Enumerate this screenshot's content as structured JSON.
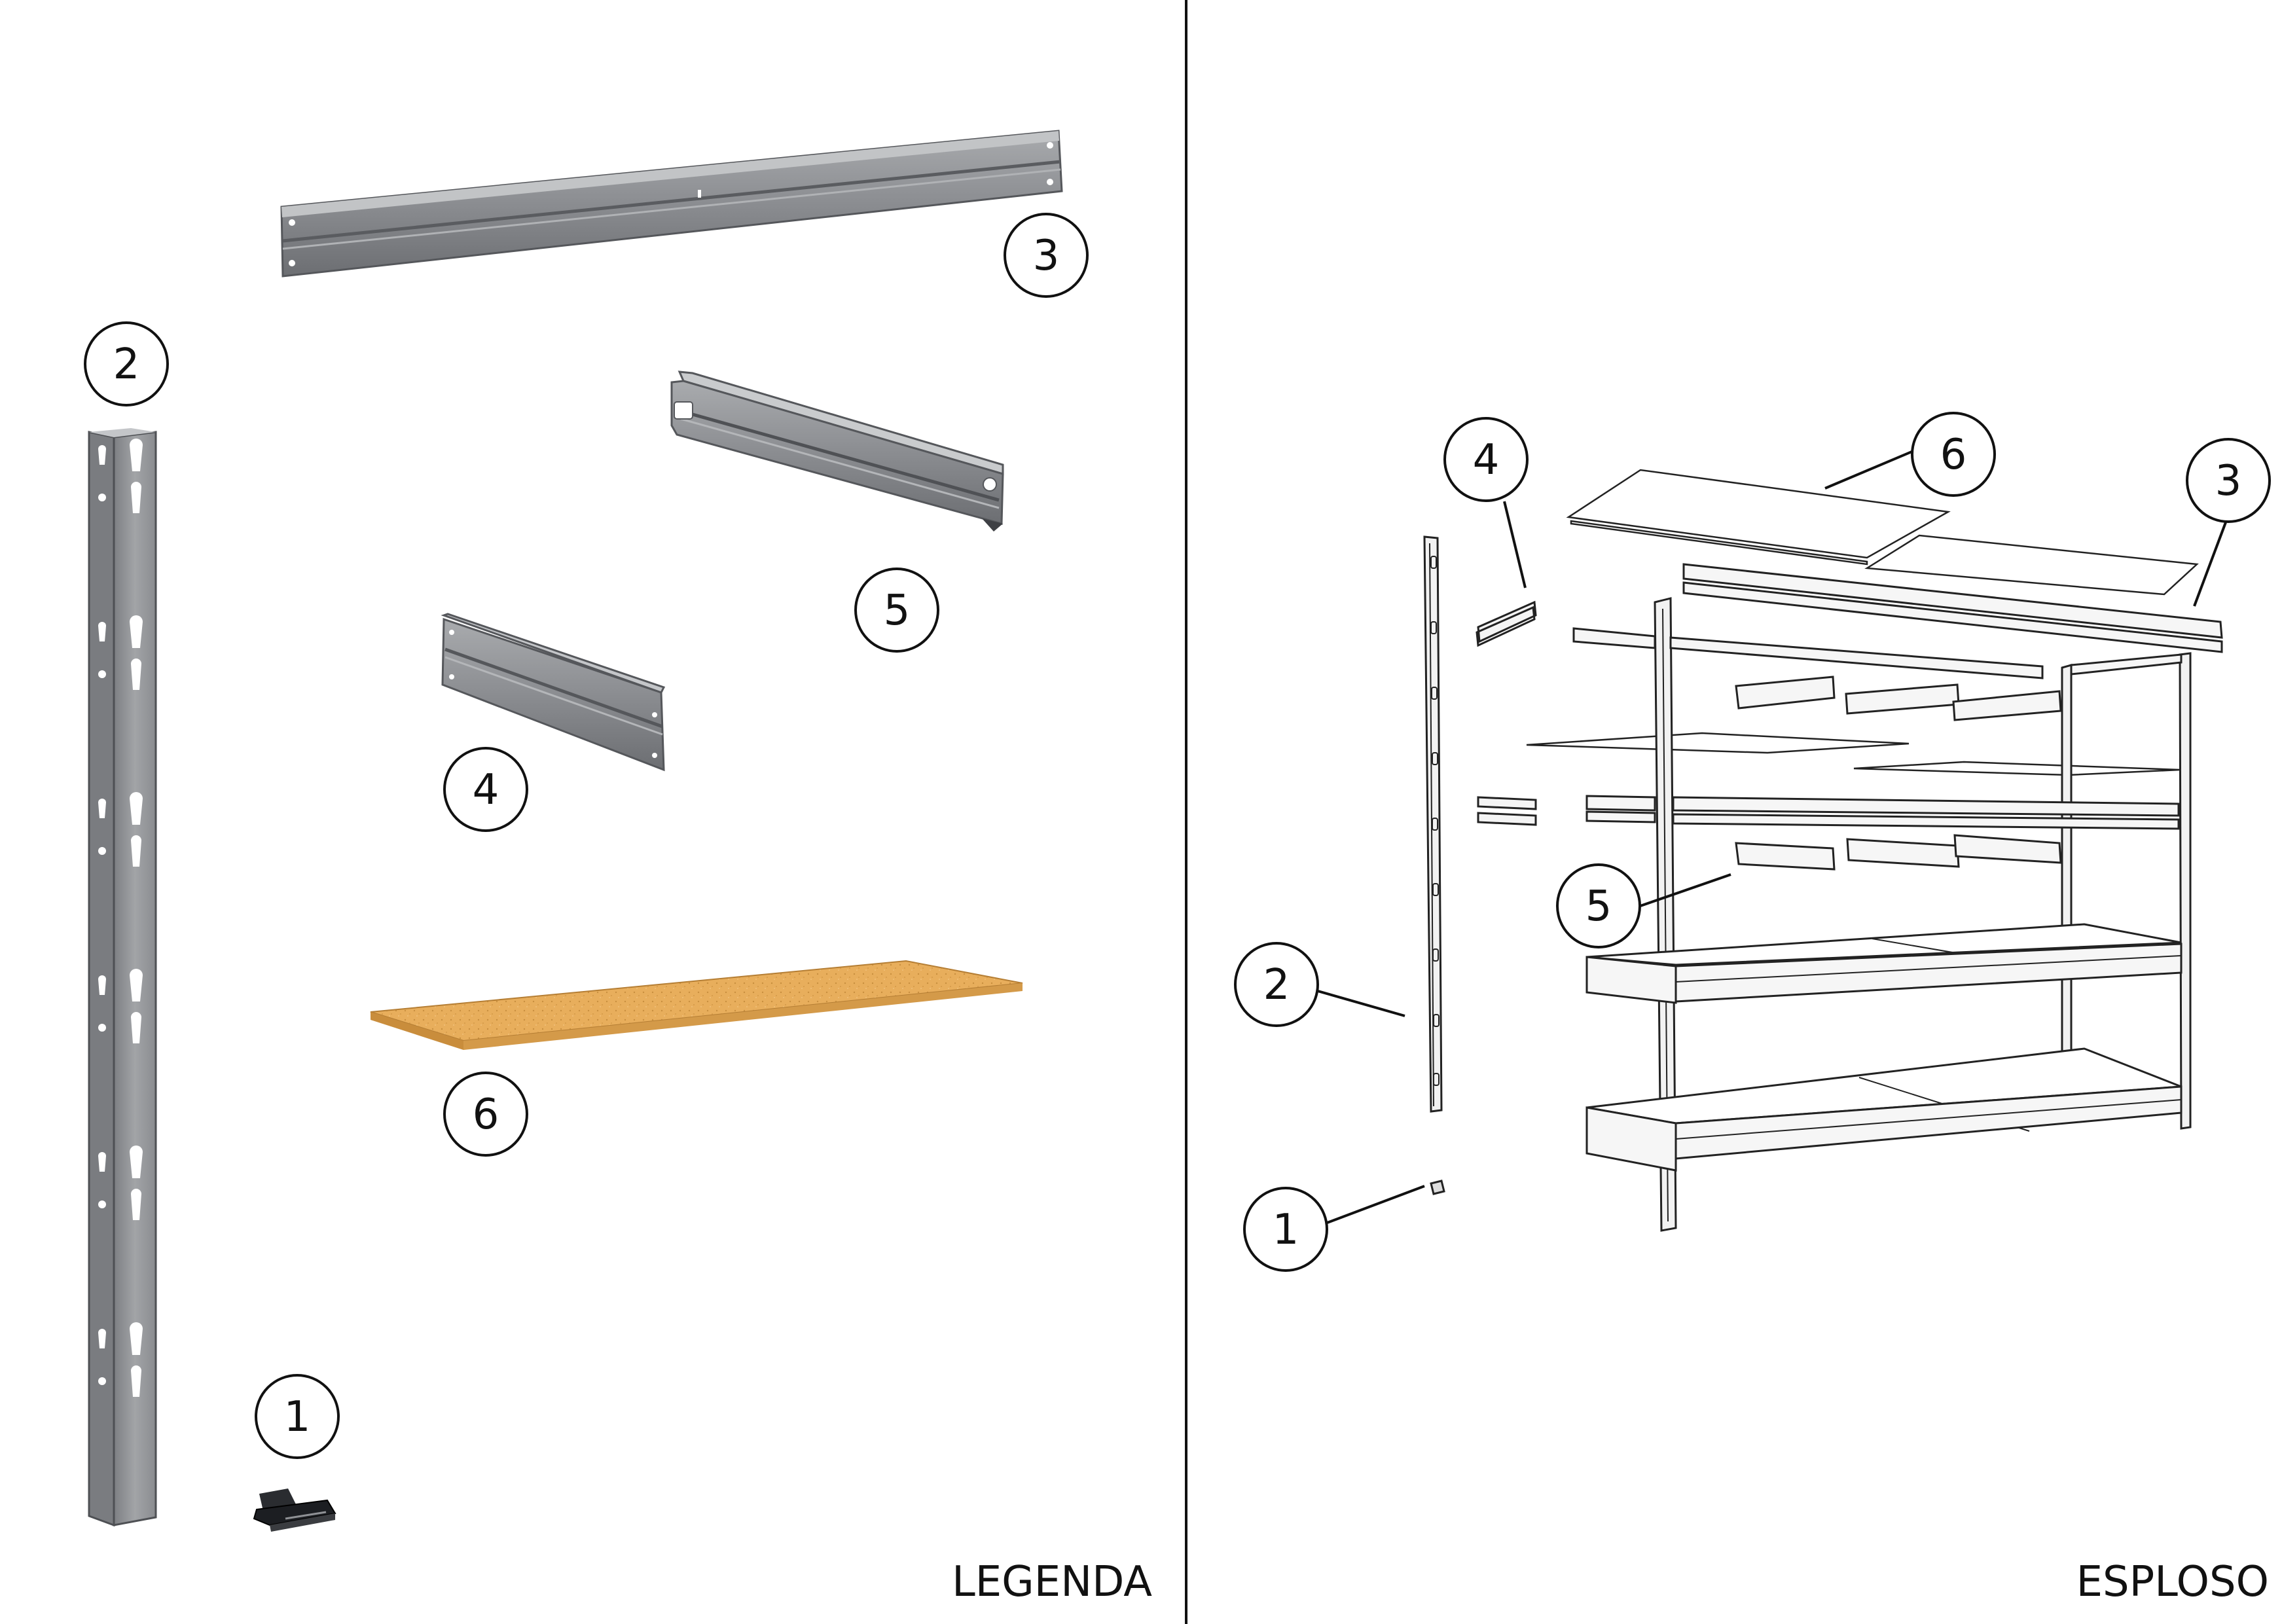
{
  "legend": {
    "title": "LEGENDA",
    "items": [
      {
        "number": "1",
        "icon": "foot-cap-icon"
      },
      {
        "number": "2",
        "icon": "upright-post-icon"
      },
      {
        "number": "3",
        "icon": "long-beam-icon"
      },
      {
        "number": "4",
        "icon": "short-beam-icon"
      },
      {
        "number": "5",
        "icon": "shelf-support-beam-icon"
      },
      {
        "number": "6",
        "icon": "chipboard-shelf-icon"
      }
    ]
  },
  "exploded": {
    "title": "ESPLOSO",
    "callouts": [
      "1",
      "2",
      "3",
      "4",
      "5",
      "6"
    ]
  },
  "colors": {
    "steel": "#8e9094",
    "steel_dark": "#5f6166",
    "steel_light": "#b8babd",
    "board": "#e8ae5c",
    "ink": "#111111"
  }
}
